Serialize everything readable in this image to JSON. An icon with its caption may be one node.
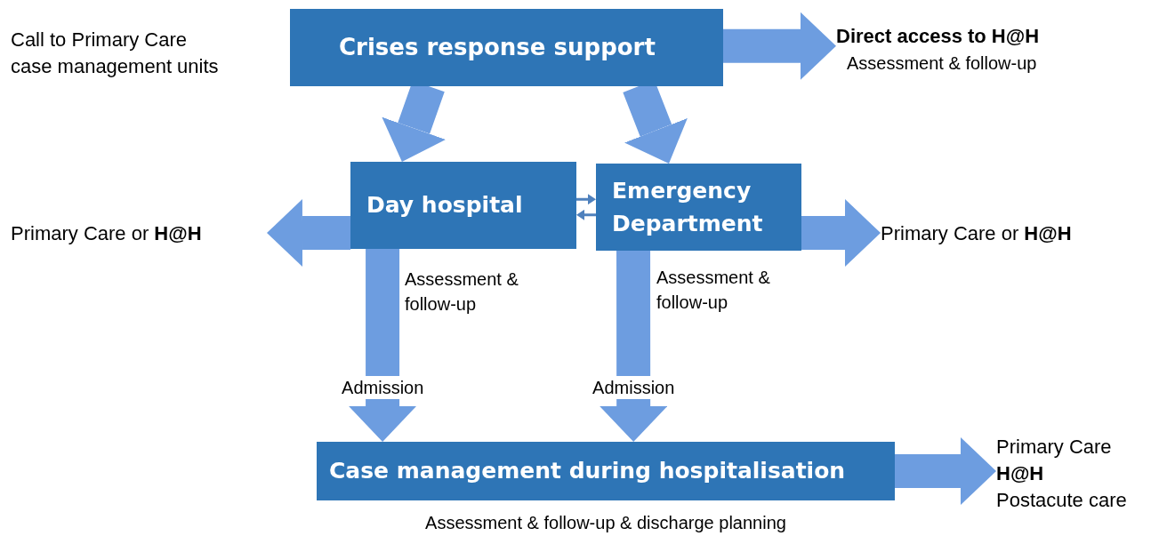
{
  "diagram": {
    "nodes": [
      {
        "text": [
          "Crises response support"
        ]
      },
      {
        "text": [
          "Direct access to H@H",
          "Assessment & follow-up"
        ]
      },
      {
        "text": [
          "Day hospital"
        ],
        "beside": [
          "Assessment & follow-up"
        ]
      },
      {
        "text": [
          "Emergency Department"
        ],
        "beside": [
          "Assessment & follow-up"
        ]
      },
      {
        "text": [
          "Primary Care or **H@H**"
        ]
      },
      {
        "text": [
          "Primary Care or **H@H**"
        ]
      },
      {
        "text": [
          "Case management during hospitalisation"
        ],
        "beside": [
          "Assessment & follow-up & discharge planning"
        ]
      },
      {
        "text": [
          "Primary Care",
          "**H@H**",
          "Postacute care"
        ]
      }
    ],
    "edges": [
      {
        "from": 0,
        "to": 1,
        "arrow": "to"
      },
      {
        "from": 0,
        "to": 2,
        "arrow": "to"
      },
      {
        "from": 0,
        "to": 3,
        "arrow": "to"
      },
      {
        "from": 2,
        "to": 3,
        "arrow": "to",
        "color": "#4f81bd"
      },
      {
        "from": 3,
        "to": 2,
        "arrow": "to",
        "color": "#4f81bd"
      },
      {
        "from": 2,
        "to": 4,
        "arrow": "to"
      },
      {
        "from": 3,
        "to": 5,
        "arrow": "to"
      },
      {
        "from": 2,
        "to": 6,
        "arrow": "to",
        "label": "Admission"
      },
      {
        "from": 3,
        "to": 6,
        "arrow": "to",
        "label": "Admission"
      },
      {
        "from": 6,
        "to": 7,
        "arrow": "to"
      }
    ],
    "labels": [
      "Call to Primary Care case management units"
    ]
  }
}
